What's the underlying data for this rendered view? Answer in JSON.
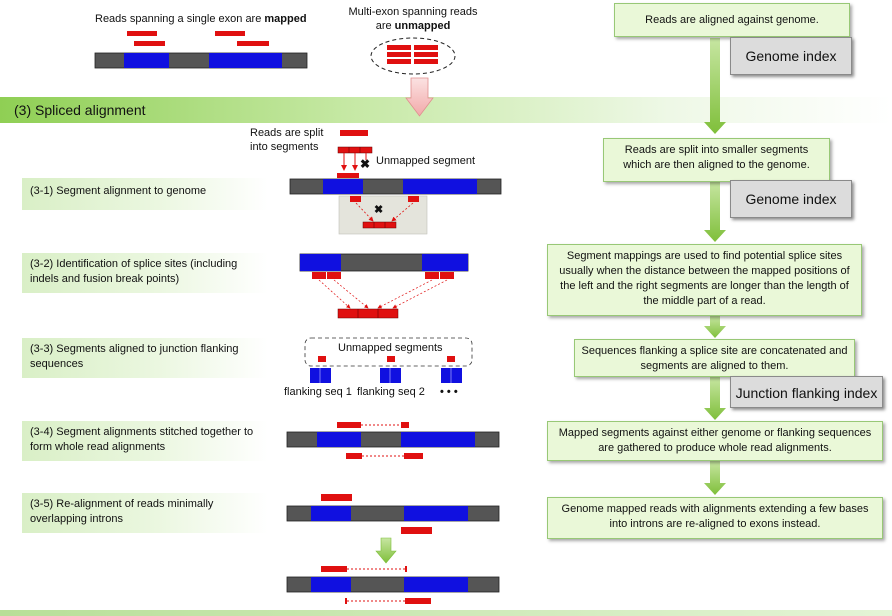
{
  "top": {
    "single_exon_caption_prefix": "Reads spanning a single exon are ",
    "single_exon_caption_bold": "mapped",
    "multi_exon_caption_line1": "Multi-exon spanning reads",
    "multi_exon_caption_line2_prefix": "are ",
    "multi_exon_caption_line2_bold": "unmapped"
  },
  "section": {
    "title": "(3) Spliced alignment"
  },
  "annotations": {
    "reads_split": "Reads are split into segments",
    "unmapped_segment": "Unmapped segment",
    "unmapped_segments": "Unmapped segments",
    "flanking_seq_1": "flanking seq 1",
    "flanking_seq_2": "flanking seq 2",
    "ellipsis": "• • •"
  },
  "steps": [
    {
      "label": "(3-1) Segment alignment to genome"
    },
    {
      "label": "(3-2) Identification of splice sites (including indels and fusion break points)"
    },
    {
      "label": "(3-3) Segments aligned to junction flanking sequences"
    },
    {
      "label": "(3-4) Segment alignments stitched together to form whole read alignments"
    },
    {
      "label": "(3-5) Re-alignment of reads minimally overlapping introns"
    }
  ],
  "right_panel": {
    "boxes": [
      "Reads are aligned against genome.",
      "Reads are split into smaller segments which are then aligned to the genome.",
      "Segment mappings are used to find potential splice sites usually when the distance between the mapped positions of the left and the right segments are longer than the length of the middle part of a read.",
      "Sequences flanking a splice site are concatenated and segments are aligned to them.",
      "Mapped segments against either genome or flanking sequences are gathered to produce whole read alignments.",
      "Genome mapped reads with alignments extending a few bases into introns are re-aligned to exons instead."
    ],
    "index_boxes": [
      "Genome index",
      "Genome index",
      "Junction flanking index"
    ]
  },
  "colors": {
    "exon": "#1010e0",
    "intron": "#555555",
    "read": "#e01010",
    "step_bg": "#d9efc6",
    "note_bg": "#eaf8d8",
    "banner": "#8fcf54",
    "index_box": "#dcdcdc",
    "flow_arrow": "#8cc63f",
    "pink_arrow": "#f4b6b6"
  }
}
